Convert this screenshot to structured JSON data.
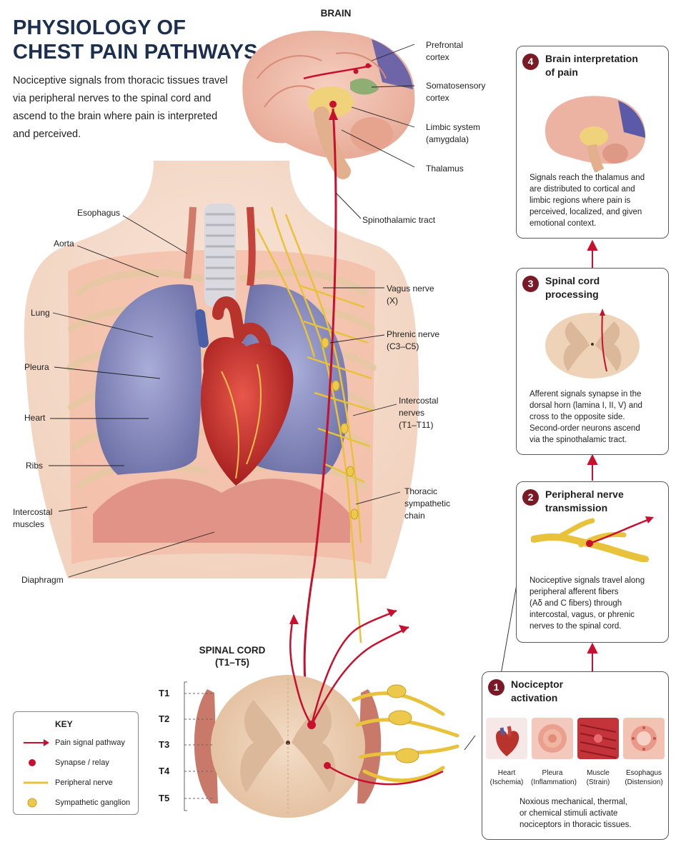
{
  "title": {
    "line1": "PHYSIOLOGY OF",
    "line2": "CHEST PAIN PATHWAYS"
  },
  "intro": "Nociceptive signals from thoracic tissues travel via peripheral nerves to the spinal cord and ascend to the brain where pain is interpreted and perceived.",
  "brain": {
    "header": "BRAIN",
    "labels": {
      "prefrontal": [
        "Prefrontal",
        "cortex"
      ],
      "somatosensory": [
        "Somatosensory",
        "cortex"
      ],
      "limbic": [
        "Limbic system",
        "(amygdala)"
      ],
      "thalamus": "Thalamus",
      "spinothalamic": "Spinothalamic tract"
    }
  },
  "anatomy": {
    "left": {
      "esophagus": "Esophagus",
      "aorta": "Aorta",
      "lung": "Lung",
      "pleura": "Pleura",
      "heart": "Heart",
      "ribs": "Ribs",
      "intercostal_muscles": [
        "Intercostal",
        "muscles"
      ],
      "diaphragm": "Diaphragm"
    },
    "right": {
      "vagus": [
        "Vagus nerve",
        "(X)"
      ],
      "phrenic": [
        "Phrenic nerve",
        "(C3–C5)"
      ],
      "intercostal_nerves": [
        "Intercostal",
        "nerves",
        "(T1–T11)"
      ],
      "sympathetic_chain": [
        "Thoracic",
        "sympathetic",
        "chain"
      ]
    }
  },
  "spinal_cord": {
    "header": [
      "SPINAL CORD",
      "(T1–T5)"
    ],
    "levels": [
      "T1",
      "T2",
      "T3",
      "T4",
      "T5"
    ]
  },
  "key": {
    "title": "KEY",
    "items": [
      {
        "label": "Pain signal pathway",
        "symbol": "arrow"
      },
      {
        "label": "Synapse / relay",
        "symbol": "dot"
      },
      {
        "label": "Peripheral nerve",
        "symbol": "line"
      },
      {
        "label": "Sympathetic ganglion",
        "symbol": "ganglion"
      }
    ]
  },
  "steps": [
    {
      "number": "4",
      "title": [
        "Brain interpretation",
        "of pain"
      ],
      "description": [
        "Signals reach the thalamus and",
        "are distributed to cortical and",
        "limbic regions where pain is",
        "perceived, localized, and given",
        "emotional context."
      ]
    },
    {
      "number": "3",
      "title": [
        "Spinal cord",
        "processing"
      ],
      "description": [
        "Afferent signals synapse in the",
        "dorsal horn (lamina I, II, V) and",
        "cross to the opposite side.",
        "Second-order neurons ascend",
        "via the spinothalamic tract."
      ]
    },
    {
      "number": "2",
      "title": [
        "Peripheral nerve",
        "transmission"
      ],
      "description": [
        "Nociceptive signals travel along",
        "peripheral afferent fibers",
        "(Aδ and C fibers) through",
        "intercostal, vagus, or phrenic",
        "nerves to the spinal cord."
      ]
    },
    {
      "number": "1",
      "title": [
        "Nociceptor",
        "activation"
      ],
      "thumbnails": [
        {
          "name": "Heart",
          "note": "(Ischemia)"
        },
        {
          "name": "Pleura",
          "note": "(Inflammation)"
        },
        {
          "name": "Muscle",
          "note": "(Strain)"
        },
        {
          "name": "Esophagus",
          "note": "(Distension)"
        }
      ],
      "description": [
        "Noxious mechanical, thermal,",
        "or chemical stimuli activate",
        "nociceptors in thoracic tissues."
      ]
    }
  ],
  "colors": {
    "pain_signal": "#c8102e",
    "peripheral_nerve": "#e8c23a",
    "badge": "#7a1a26",
    "title": "#1d2f4e"
  }
}
